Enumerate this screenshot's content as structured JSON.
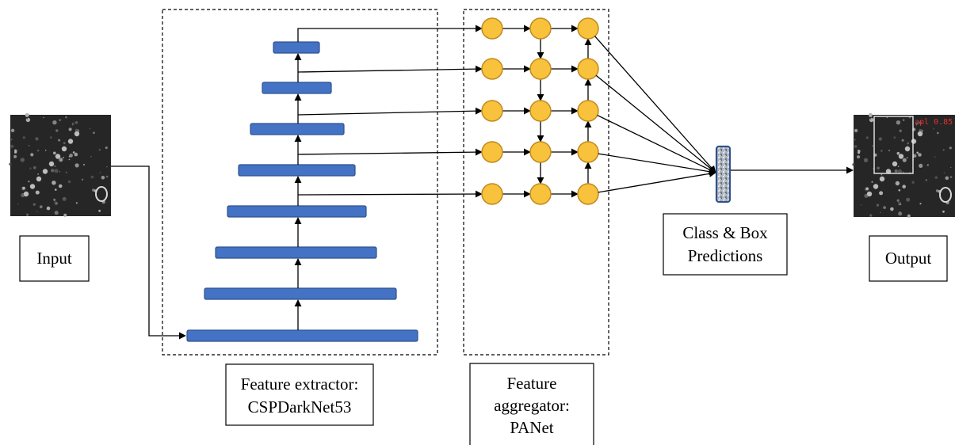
{
  "labels": {
    "input": "Input",
    "output": "Output",
    "extractor_line1": "Feature extractor:",
    "extractor_line2": "CSPDarkNet53",
    "aggregator_line1": "Feature",
    "aggregator_line2": "aggregator:",
    "aggregator_line3": "PANet",
    "predictions_line1": "Class & Box",
    "predictions_line2": "Predictions"
  },
  "output_image": {
    "detection_label": "apl 0.85"
  },
  "colors": {
    "backbone_block": "#4472c4",
    "backbone_block_border": "#2f528f",
    "panet_node": "#f9c23c",
    "panet_node_border": "#c08a1e",
    "arrow": "#000000",
    "detection_text": "#e0332f"
  }
}
